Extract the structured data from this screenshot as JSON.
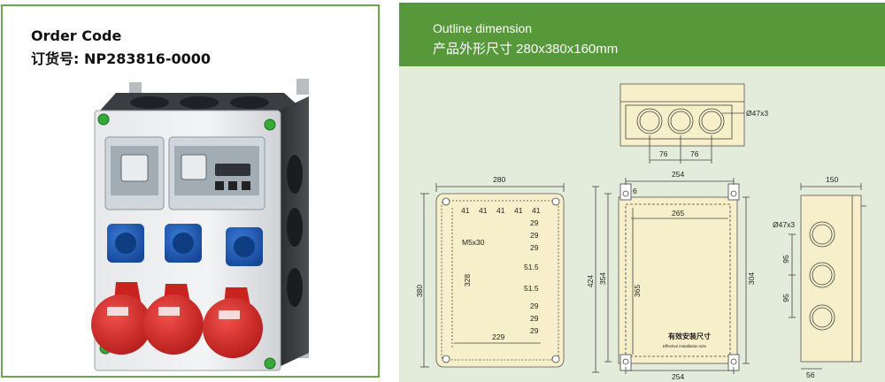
{
  "product": {
    "order_title": "Order Code",
    "order_code": "订货号: NP283816-0000"
  },
  "header": {
    "title_en": "Outline dimension",
    "title_cn": "产品外形尺寸 280x380x160mm"
  },
  "top_view": {
    "hole_label": "Ø47x3",
    "spacing_1": "76",
    "spacing_2": "76"
  },
  "front_view": {
    "width": "280",
    "height": "380",
    "inner_height": "328",
    "inner_width": "229",
    "screw_label": "M5x30",
    "top_spacings": [
      "41",
      "41",
      "41",
      "41",
      "41"
    ],
    "right_spacings": [
      "29",
      "29",
      "29",
      "51.5",
      "51.5",
      "29",
      "29",
      "29"
    ]
  },
  "mount_view": {
    "top_width": "254",
    "offset": "6",
    "inner_width": "265",
    "outer_height": "424",
    "mount_height": "354",
    "inner_height": "365",
    "right_height": "304",
    "bottom_width": "254",
    "install_cn": "有效安装尺寸",
    "install_en": "Effective installation size"
  },
  "side_view": {
    "width": "150",
    "hole_label": "Ø47x3",
    "spacing_1": "95",
    "spacing_2": "95",
    "bottom_offset": "56"
  }
}
